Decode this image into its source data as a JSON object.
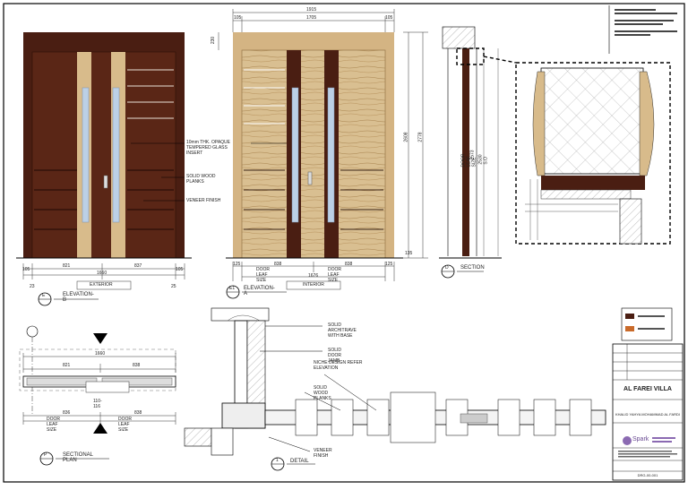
{
  "elevation_b": {
    "caption": "ELEVATION-B",
    "marker": "E",
    "side_label": "EXTERIOR",
    "dims": {
      "d1": "105",
      "d2": "821",
      "d3": "1660",
      "d4": "837",
      "d5": "105",
      "d6": "23",
      "d7": "25"
    }
  },
  "elevation_a": {
    "caption": "ELEVATION-A",
    "marker": "E1",
    "side_label": "INTERIOR",
    "dims": {
      "top_overall": "1915",
      "top_inner": "1705",
      "top_left": "105",
      "top_right": "105",
      "side_head": "230",
      "side_height": "2608",
      "side_total": "2778",
      "bot_left": "125",
      "bot_leaf_l": "838",
      "bot_leaf_r": "838",
      "bot_right": "125",
      "bot_overall": "1676",
      "bot_small": "135"
    },
    "leaf_label_left": "DOOR LEAF SIZE",
    "leaf_label_right": "DOOR LEAF SIZE"
  },
  "callouts": {
    "glass": "10mm THK. OPAQUE TEMPERED GLASS INSERT",
    "wood": "SOLID WOOD PLANKS",
    "veneer": "VENEER FINISH"
  },
  "section": {
    "caption": "SECTION",
    "marker": "D",
    "dims": {
      "a": "2573",
      "b": "2530 S.O",
      "label": "DOOR LEAF SIZE"
    }
  },
  "sectional_plan": {
    "caption": "SECTIONAL PLAN",
    "marker": "P",
    "dims": {
      "overall": "1660",
      "left": "821",
      "right": "838",
      "leaf_l": "836",
      "leaf_r": "838",
      "center": "110-116"
    },
    "leaf_label_left": "DOOR LEAF SIZE",
    "leaf_label_right": "DOOR LEAF SIZE"
  },
  "detail": {
    "caption": "DETAIL",
    "marker": "1",
    "labels": {
      "architrave": "SOLID ARCHITRAVE WITH BASE",
      "jamb": "SOLID DOOR JAMB",
      "niche": "NICHE DESIGN REFER ELEVATION",
      "planks": "SOLID WOOD PLANKS",
      "veneer": "VENEER FINISH"
    }
  },
  "title_block": {
    "project": "AL FAREI VILLA",
    "client": "KHALID YAHYA MOHAMMAD AL FARDI",
    "brand": "Spark",
    "sheet_no": "DRG-00-001"
  },
  "colors": {
    "dark_wood": "#4a1e12",
    "light_wood": "#d8bb8b",
    "veneer": "#c9a877",
    "glass": "#bcd0e6",
    "dim": "#333333"
  }
}
